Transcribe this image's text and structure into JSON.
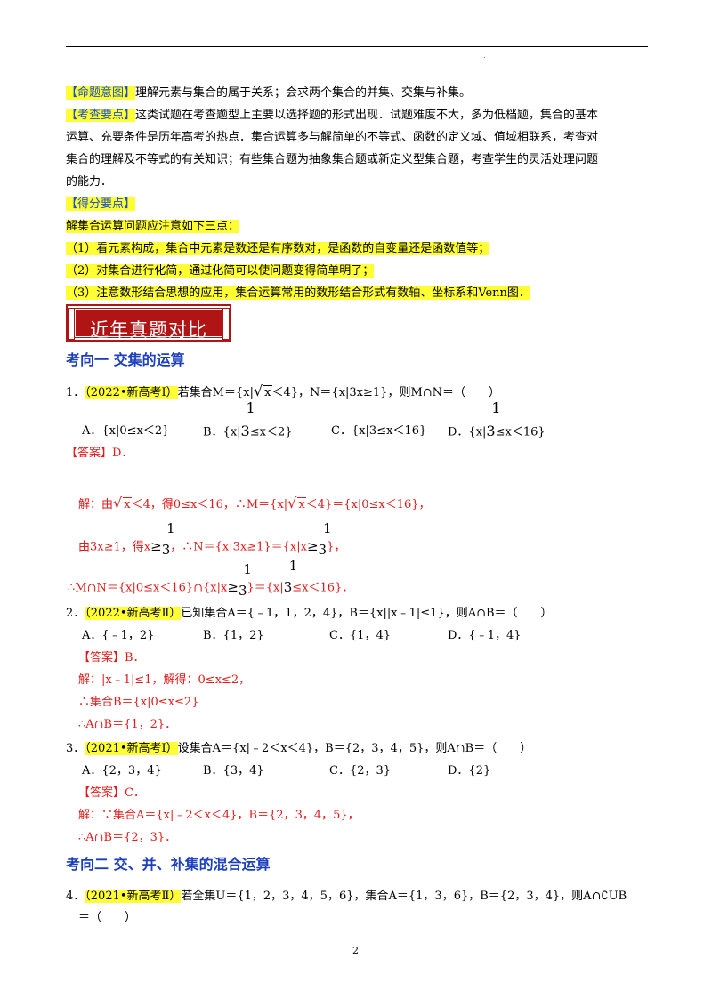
{
  "page": {
    "number": "2"
  },
  "intro": {
    "l1_tag": "【命题意图】",
    "l1_text": "理解元素与集合的属于关系；会求两个集合的并集、交集与补集。",
    "l2_tag": "【考查要点】",
    "l2_text": "这类试题在考查题型上主要以选择题的形式出现．试题难度不大，多为低档题，集合的基本",
    "l3": "运算、充要条件是历年高考的热点．集合运算多与解简单的不等式、函数的定义域、值域相联系，考查对",
    "l4": "集合的理解及不等式的有关知识；有些集合题为抽象集合题或新定义型集合题，考查学生的灵活处理问题",
    "l5": "的能力．",
    "l6_tag": "【得分要点】",
    "l7": "解集合运算问题应注意如下三点：",
    "l8": "（1）看元素构成，集合中元素是数还是有序数对，是函数的自变量还是函数值等；",
    "l9": "（2）对集合进行化简，通过化简可以使问题变得简单明了；",
    "l10": "（3）注意数形结合思想的应用，集合运算常用的数形结合形式有数轴、坐标系和Venn图．"
  },
  "banner": {
    "title": "近年真题对比"
  },
  "sections": {
    "s1": "考向一  交集的运算",
    "s2": "考向二  交、并、补集的混合运算"
  },
  "q1": {
    "num": "1．",
    "src": "（2022•新高考Ⅰ）",
    "stem_a": "若集合M＝{x|",
    "stem_b": "x",
    "stem_c": "＜4}，N＝{x|3x≥1}，则M∩N＝（　　）",
    "A": "A．{x|0≤x＜2}",
    "B_pre": "B．{x|",
    "B_post": "≤x＜2}",
    "C": "C．{x|3≤x＜16}",
    "D_pre": "D．{x|",
    "D_post": "≤x＜16}",
    "frac_num": "1",
    "frac_den": "3",
    "answer": "【答案】D．",
    "sol1_a": "解：由",
    "sol1_b": "x",
    "sol1_c": "＜4，得0≤x＜16，∴M＝{x|",
    "sol1_d": "x",
    "sol1_e": "＜4}＝{x|0≤x＜16}，",
    "sol2_a": "由3x≥1，得x",
    "sol2_b": "，∴N＝{x|3x≥1}＝{x|x",
    "sol2_c": "}，",
    "sol3_a": "∴M∩N＝{x|0≤x＜16}∩{x|x",
    "sol3_b": "}＝{x|",
    "sol3_c": "≤x＜16}．"
  },
  "q2": {
    "num": "2．",
    "src": "（2022•新高考Ⅱ）",
    "stem": "已知集合A＝{﹣1，1，2，4}，B＝{x||x﹣1|≤1}，则A∩B＝（　　）",
    "A": "A．{﹣1，2}",
    "B": "B．{1，2}",
    "C": "C．{1，4}",
    "D": "D．{﹣1，4}",
    "answer": "【答案】B．",
    "sol1": "解：|x﹣1|≤1，解得：0≤x≤2，",
    "sol2": "∴集合B＝{x|0≤x≤2}",
    "sol3": "∴A∩B＝{1，2}．"
  },
  "q3": {
    "num": "3．",
    "src": "（2021•新高考Ⅰ）",
    "stem": "设集合A＝{x|﹣2＜x＜4}，B＝{2，3，4，5}，则A∩B＝（　　）",
    "A": "A．{2，3，4}",
    "B": "B．{3，4}",
    "C": "C．{2，3}",
    "D": "D．{2}",
    "answer": "【答案】C．",
    "sol1": "解：∵集合A＝{x|﹣2＜x＜4}，B＝{2，3，4，5}，",
    "sol2": "∴A∩B＝{2，3}．"
  },
  "q4": {
    "num": "4．",
    "src": "（2021•新高考Ⅱ）",
    "stem": "若全集U＝{1，2，3，4，5，6}，集合A＝{1，3，6}，B＝{2，3，4}，则A∩∁UB",
    "stem2": "＝（　　）"
  },
  "colors": {
    "highlight": "#ffff33",
    "tag_blue": "#1d4ec9",
    "answer_red": "#e21a1a",
    "heading_blue": "#1c3fbf",
    "banner_red": "#b01414"
  }
}
